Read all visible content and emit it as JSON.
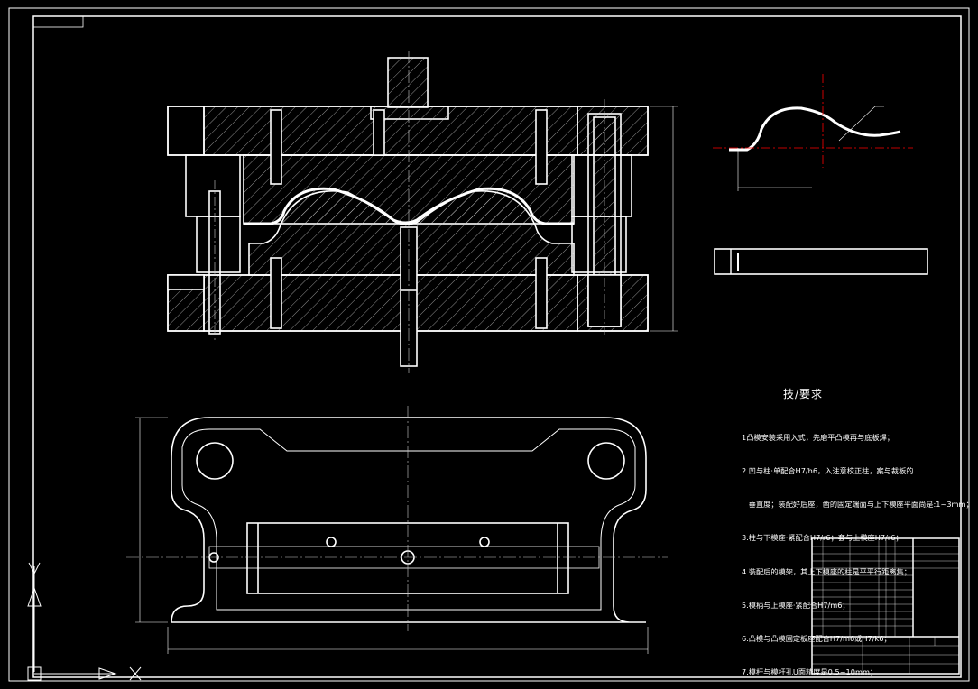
{
  "tech_requirements": {
    "title": "技/要求",
    "items": [
      "1凸模安装采用入式，先磨平凸模再与底板焊；",
      "2.凹与柱·单配合H7/h6，入注意校正柱，案与裁板的",
      "   垂直度；装配好后座，凿的固定端面与上下模座平面尚是:1~3mm；",
      "3.柱与下模座·紧配合H7/r6；套与上模座H7/r6；",
      "4.装配后的模架，其上下模座的柱是平平行距离集；",
      "5.模柄与上模座·紧配合H7/m6；",
      "6.凸模与凸模固定板座配合H7/m6或H7/k6；",
      "7.模杆与模杆孔U面精度是0.5~10mm；"
    ]
  },
  "colors": {
    "background": "#000000",
    "lines": "#ffffff",
    "accent": "#ff0000"
  }
}
